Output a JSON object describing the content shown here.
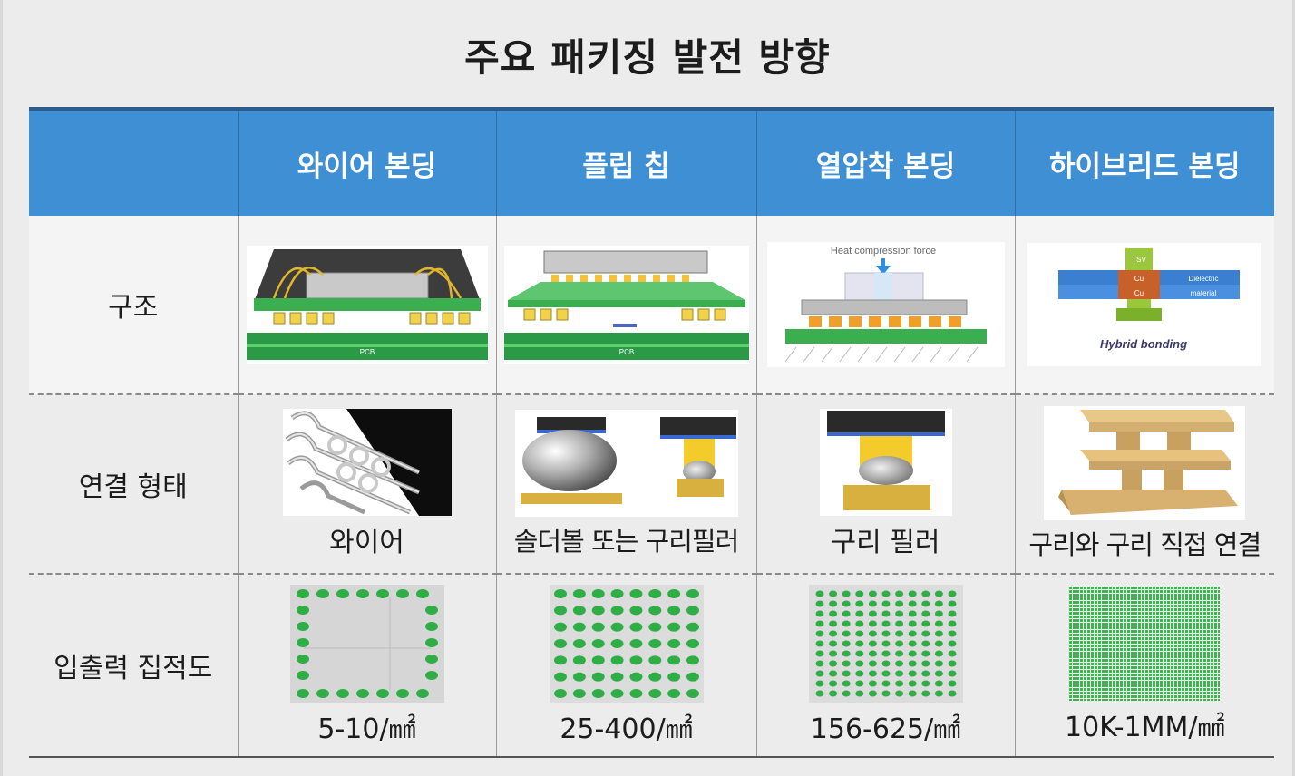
{
  "title": "주요 패키징 발전 방향",
  "columns": [
    "와이어 본딩",
    "플립 칩",
    "열압착 본딩",
    "하이브리드 본딩"
  ],
  "rows": {
    "structure": "구조",
    "connection": "연결 형태",
    "density": "입출력 집적도"
  },
  "diagram_text": {
    "pcb": "PCB",
    "heat_force": "Heat compression force",
    "tsv": "TSV",
    "cu": "Cu",
    "dielectric": "Dielectric",
    "material": "material",
    "hybrid_bonding": "Hybrid bonding"
  },
  "connection_captions": [
    "와이어",
    "솔더볼 또는 구리필러",
    "구리 필러",
    "구리와 구리 직접 연결"
  ],
  "density_captions": [
    "5-10/㎟",
    "25-400/㎟",
    "156-625/㎟",
    "10K-1MM/㎟"
  ],
  "colors": {
    "header": "#3f8fd4",
    "pcb_green": "#2a9a46",
    "pad_green": "#33b04a",
    "gold": "#f3cb2a"
  }
}
